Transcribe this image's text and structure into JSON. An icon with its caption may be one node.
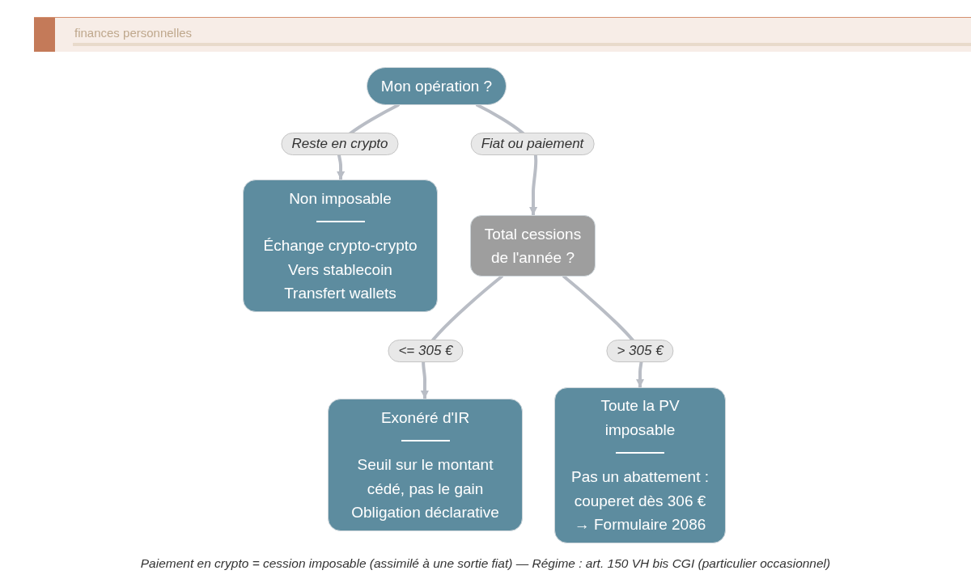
{
  "diagram": {
    "caption": "Paiement en crypto = cession imposable (assimilé à une sortie fiat) — Régime : art. 150 VH bis CGI (particulier occasionnel)",
    "nodes": [
      {
        "text": [
          "Mon opération ?"
        ]
      },
      {
        "text": [
          "Non imposable",
          "Échange crypto-crypto",
          "Vers stablecoin",
          "Transfert wallets"
        ]
      },
      {
        "text": [
          "Total cessions de l'année ?"
        ]
      },
      {
        "text": [
          "Exonéré d'IR",
          "Seuil sur le montant cédé, pas le gain",
          "Obligation déclarative"
        ]
      },
      {
        "text": [
          "Toute la PV imposable",
          "Pas un abattement : couperet dès 306 €",
          "→ Formulaire 2086"
        ]
      }
    ],
    "edges": [
      {
        "from": 0,
        "to": 1,
        "arrow": "to",
        "label": "Reste en crypto"
      },
      {
        "from": 0,
        "to": 2,
        "arrow": "to",
        "label": "Fiat ou paiement"
      },
      {
        "from": 2,
        "to": 3,
        "arrow": "to",
        "label": "<= 305 €"
      },
      {
        "from": 2,
        "to": 4,
        "arrow": "to",
        "label": "> 305 €"
      }
    ],
    "labels": [
      "finances personnelles"
    ]
  }
}
